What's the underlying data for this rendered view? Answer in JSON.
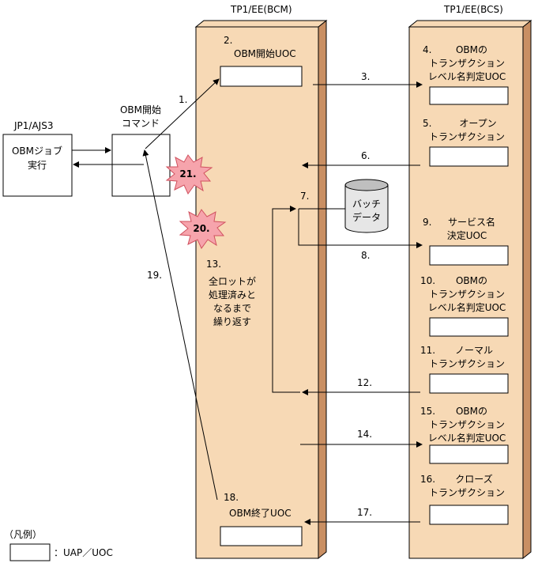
{
  "columns": {
    "bcm_title": "TP1/EE(BCM)",
    "bcs_title": "TP1/EE(BCS)",
    "jp1_title": "JP1/AJS3",
    "command_title": [
      "OBM開始",
      "コマンド"
    ]
  },
  "jp1_box": {
    "lines": [
      "OBMジョブ",
      "実行"
    ]
  },
  "bcm_steps": {
    "s2": "2.",
    "s2_label": "OBM開始UOC",
    "s7": "7.",
    "s13": "13.",
    "s13_lines": [
      "全ロットが",
      "処理済みと",
      "なるまで",
      "繰り返す"
    ],
    "s18": "18.",
    "s18_label": "OBM終了UOC"
  },
  "batch_data": {
    "lines": [
      "バッチ",
      "データ"
    ]
  },
  "bcs_steps": [
    {
      "num": "4.",
      "lines": [
        "OBMの",
        "トランザクション",
        "レベル名判定UOC"
      ]
    },
    {
      "num": "5.",
      "lines": [
        "オープン",
        "トランザクション"
      ]
    },
    {
      "num": "9.",
      "lines": [
        "サービス名",
        "決定UOC"
      ]
    },
    {
      "num": "10.",
      "lines": [
        "OBMの",
        "トランザクション",
        "レベル名判定UOC"
      ]
    },
    {
      "num": "11.",
      "lines": [
        "ノーマル",
        "トランザクション"
      ]
    },
    {
      "num": "15.",
      "lines": [
        "OBMの",
        "トランザクション",
        "レベル名判定UOC"
      ]
    },
    {
      "num": "16.",
      "lines": [
        "クローズ",
        "トランザクション"
      ]
    }
  ],
  "arrow_labels": {
    "a1": "1.",
    "a3": "3.",
    "a6": "6.",
    "a8": "8.",
    "a12": "12.",
    "a14": "14.",
    "a17": "17.",
    "a19": "19."
  },
  "bursts": {
    "b21": "21.",
    "b20": "20."
  },
  "colors": {
    "pillar_fill": "#f7d9b5",
    "pillar_side": "#c98f63",
    "burst": "#f6a4ac"
  },
  "legend": {
    "title": "（凡例）",
    "label": "：UAP／UOC"
  }
}
